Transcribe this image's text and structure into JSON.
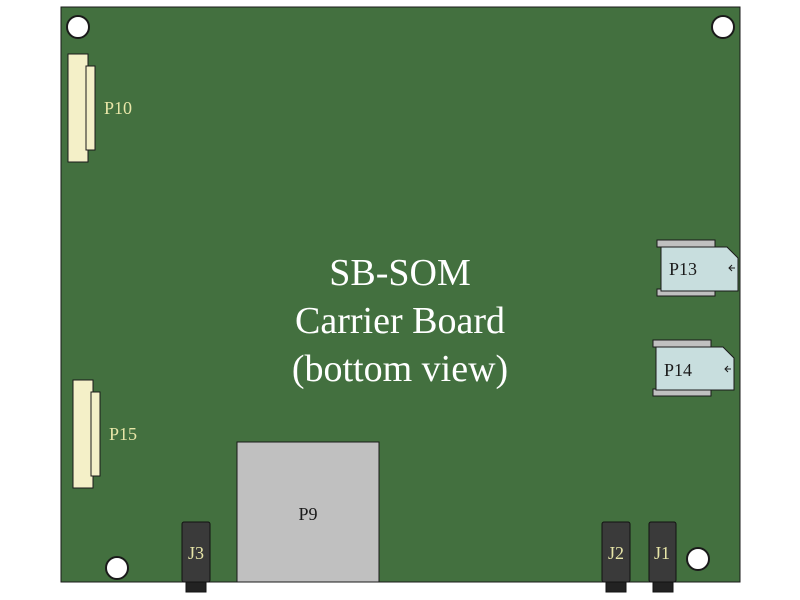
{
  "board": {
    "title_line1": "SB-SOM",
    "title_line2": "Carrier Board",
    "title_line3": "(bottom view)"
  },
  "connectors": {
    "p10": "P10",
    "p15": "P15",
    "p13": "P13",
    "p14": "P14",
    "p9": "P9",
    "j1": "J1",
    "j2": "J2",
    "j3": "J3"
  },
  "colors": {
    "board": "#43703f",
    "outline": "#1a1a1a",
    "header_fill": "#f4f0c8",
    "card_slot": "#c8dede",
    "p9_fill": "#c0c0c0",
    "jack_fill": "#3a3a3a",
    "label_light": "#e8e6a8",
    "title_text": "#ffffff"
  }
}
